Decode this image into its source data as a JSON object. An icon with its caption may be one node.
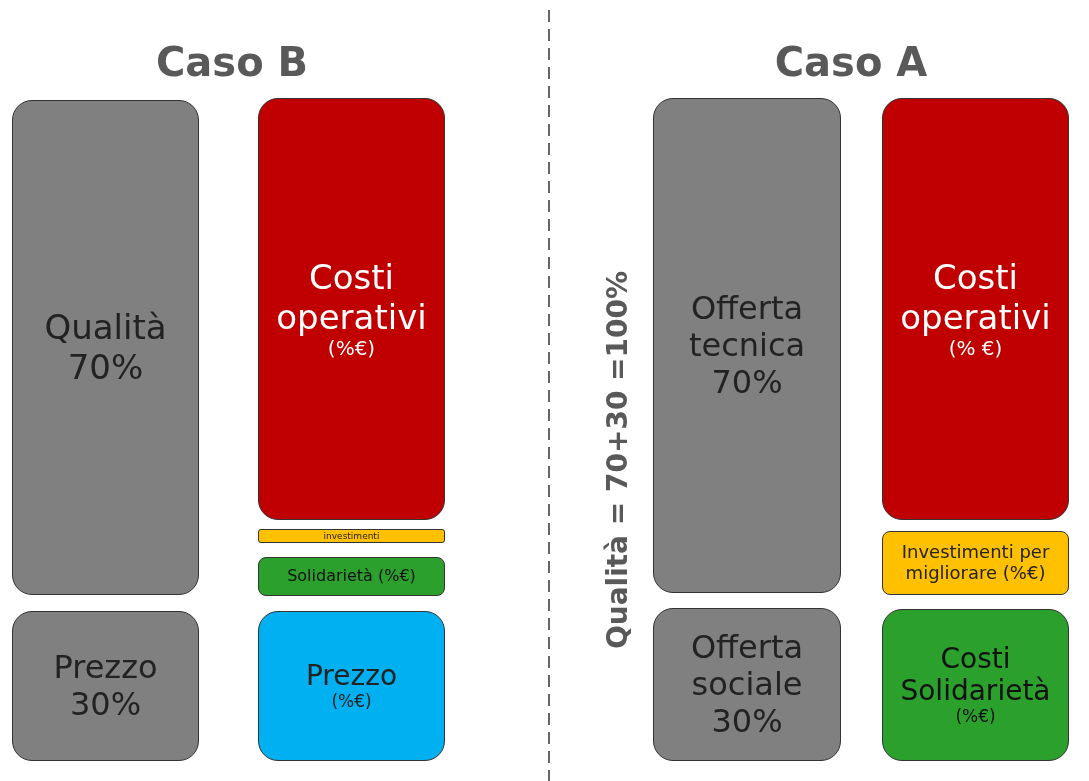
{
  "diagram": {
    "nodes": [
      {
        "text": [
          "Qualità 70%"
        ]
      },
      {
        "text": [
          "Costi operativi",
          "(%€)"
        ]
      },
      {
        "text": [
          "investimenti"
        ]
      },
      {
        "text": [
          "Solidarietà (%€)"
        ]
      },
      {
        "text": [
          "Prezzo 30%"
        ]
      },
      {
        "text": [
          "Prezzo",
          "(%€)"
        ]
      },
      {
        "text": [
          "Offerta tecnica 70%"
        ]
      },
      {
        "text": [
          "Costi operativi",
          "(% €)"
        ]
      },
      {
        "text": [
          "Investimenti per migliorare (%€)"
        ]
      },
      {
        "text": [
          "Offerta sociale 30%"
        ]
      },
      {
        "text": [
          "Costi Solidarietà",
          "(%€)"
        ]
      }
    ],
    "labels": [
      "Caso B",
      "Caso A",
      "Qualità = 70+30 =100%"
    ]
  }
}
